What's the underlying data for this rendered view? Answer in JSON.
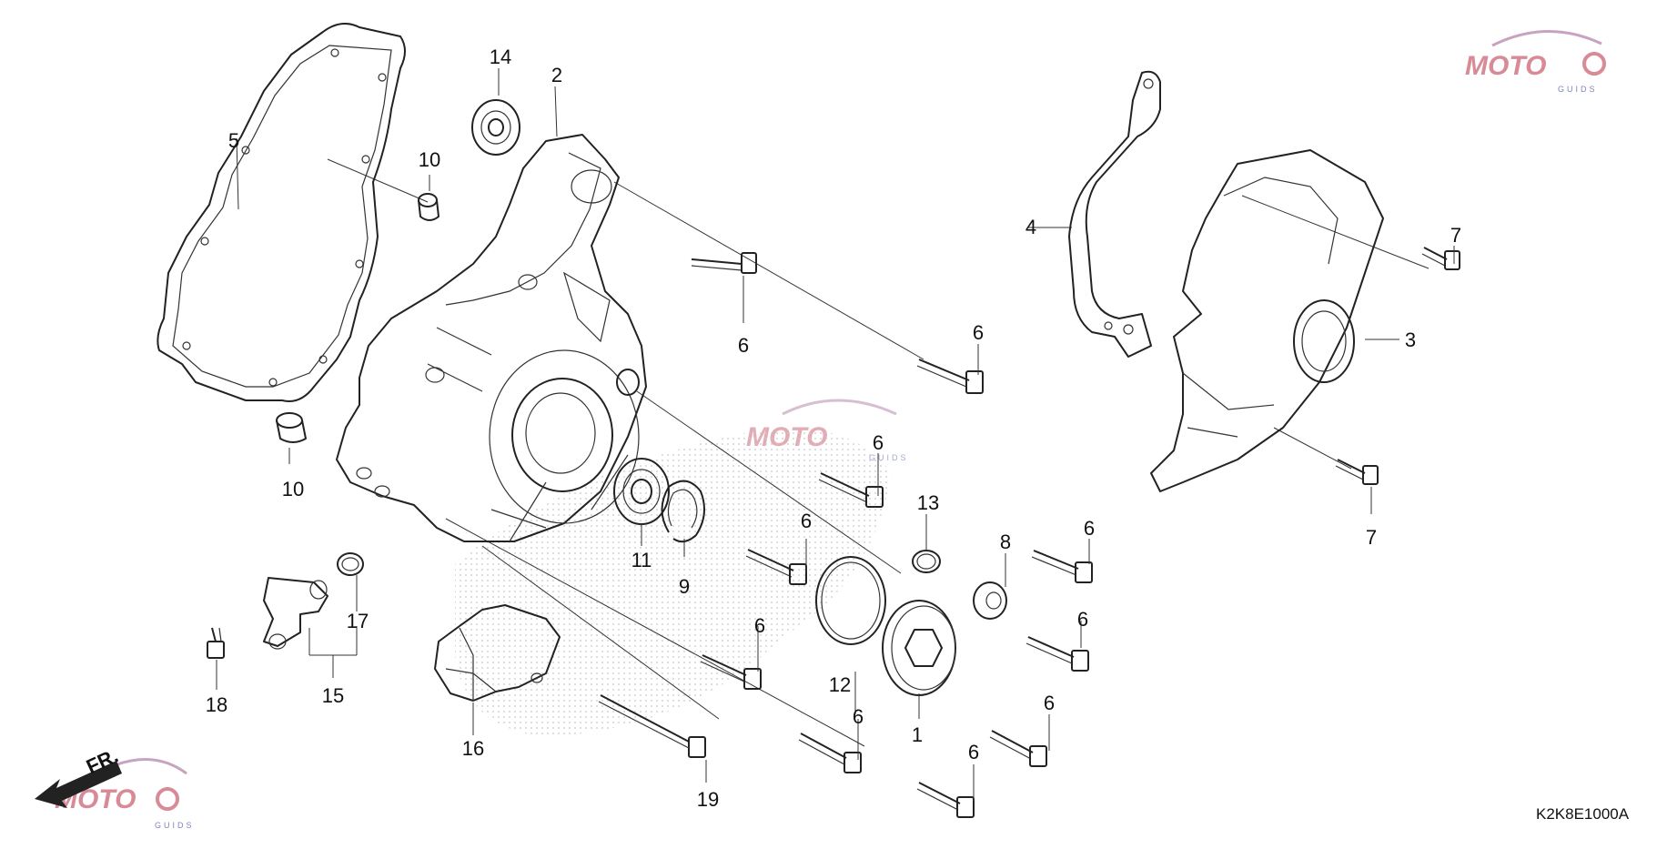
{
  "diagram_code": "K2K8E1000A",
  "direction_marker": "FR.",
  "watermark": {
    "brand": "MOTO",
    "subtitle": "GUIDS",
    "accent": "#d88a96",
    "secondary": "#7e86b9"
  },
  "callouts": {
    "n1": "1",
    "n2": "2",
    "n3": "3",
    "n4": "4",
    "n5": "5",
    "n6a": "6",
    "n6b": "6",
    "n6c": "6",
    "n6d": "6",
    "n6e": "6",
    "n6f": "6",
    "n6g": "6",
    "n6h": "6",
    "n6i": "6",
    "n6j": "6",
    "n7a": "7",
    "n7b": "7",
    "n8": "8",
    "n9": "9",
    "n10a": "10",
    "n10b": "10",
    "n11": "11",
    "n12": "12",
    "n13": "13",
    "n14": "14",
    "n15": "15",
    "n16": "16",
    "n17": "17",
    "n18": "18",
    "n19": "19"
  }
}
